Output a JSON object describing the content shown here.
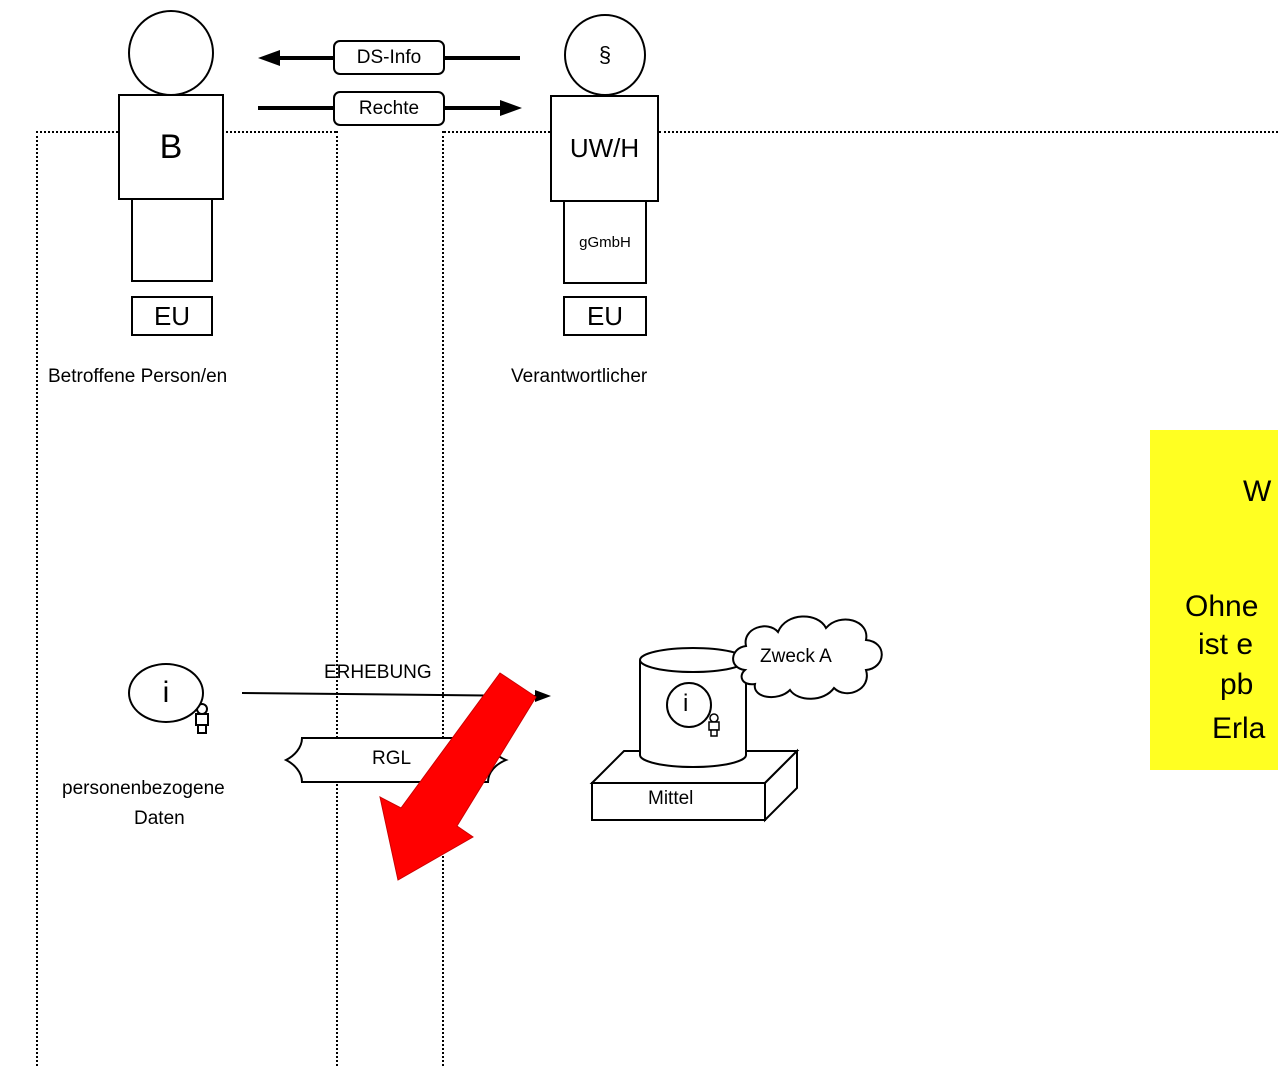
{
  "subject": {
    "head_label": "",
    "body_label": "B",
    "region": "EU",
    "caption": "Betroffene Person/en"
  },
  "controller": {
    "head_label": "§",
    "body_label": "UW/H",
    "legs_label": "gGmbH",
    "region": "EU",
    "caption": "Verantwortlicher"
  },
  "flows": {
    "ds_info": "DS-Info",
    "rechte": "Rechte"
  },
  "data_item": {
    "icon_label": "i",
    "caption_line1": "personenbezogene",
    "caption_line2": "Daten"
  },
  "collection": {
    "label": "ERHEBUNG"
  },
  "storage": {
    "icon_label": "i",
    "means_label": "Mittel",
    "purpose_label": "Zweck A"
  },
  "rgl": {
    "label": "RGL"
  },
  "note": {
    "color": "#FFFF22",
    "line1": "W",
    "line2": "Ohne",
    "line3": "ist e",
    "line4": "pb",
    "line5": "Erla"
  },
  "colors": {
    "highlight_arrow": "#FF0000"
  },
  "icons": {
    "person": "person-icon",
    "cloud": "cloud-icon"
  }
}
